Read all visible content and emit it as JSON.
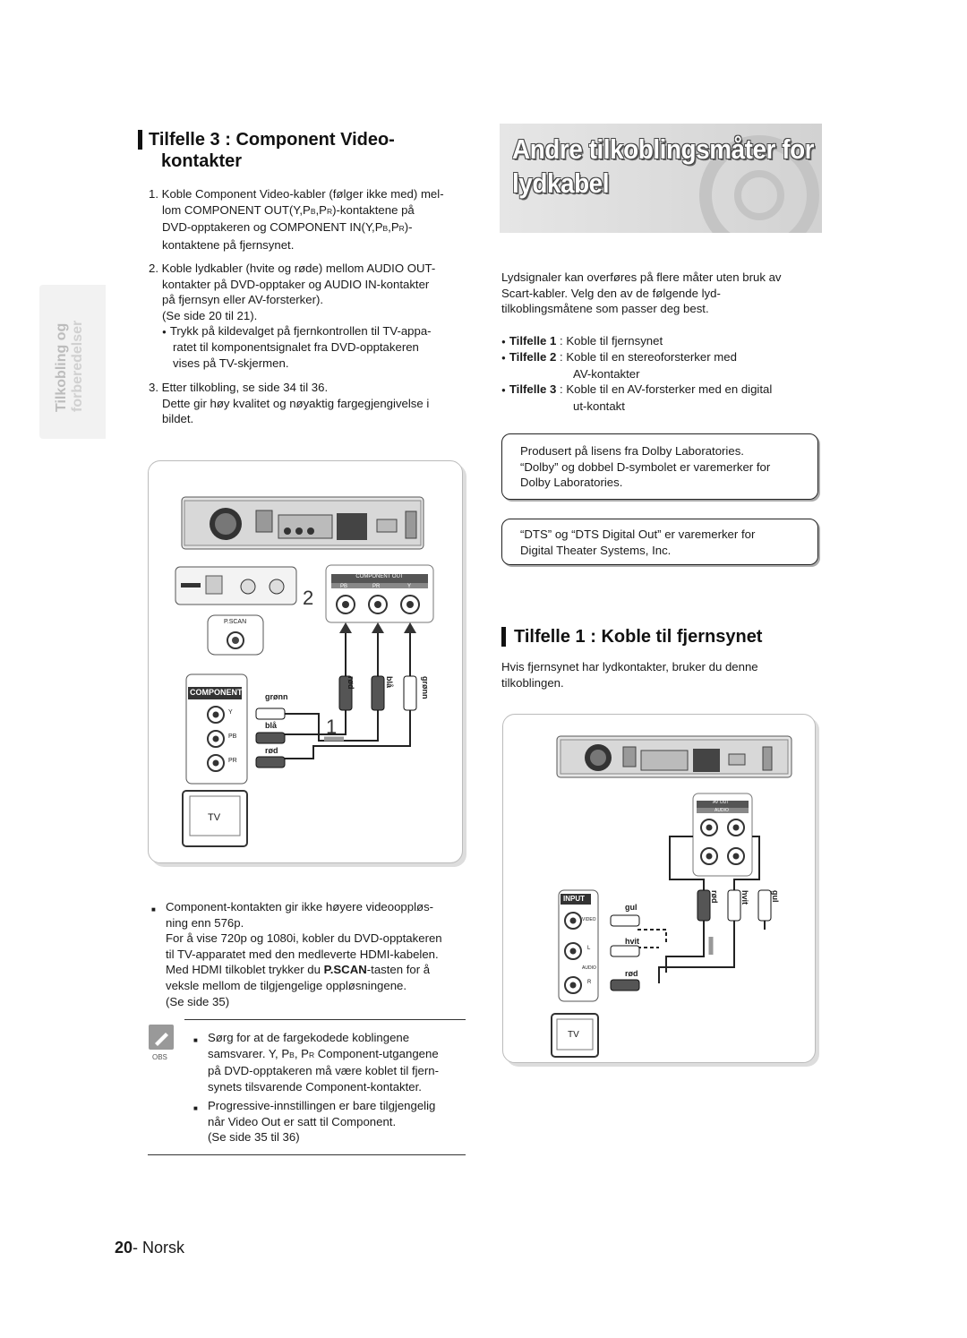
{
  "side_tab": {
    "line1": "Tilkobling og",
    "line2": "forberedelser"
  },
  "left": {
    "heading_line1": "Tilfelle 3 : Component Video-",
    "heading_line2": "kontakter",
    "step1": {
      "lines": [
        "1. Koble Component Video-kabler (følger ikke med) mel-",
        "lom COMPONENT OUT(Y,P",
        "DVD-opptakeren og COMPONENT IN(Y,P",
        "kontaktene på fjernsynet."
      ],
      "sub_b": "B",
      "sub_r": "R",
      "frag_comma_p": ",P",
      "frag_tail1": ")-kontaktene på",
      "frag_tail2": ")-"
    },
    "step2": {
      "lines": [
        "2. Koble lydkabler (hvite og røde) mellom AUDIO OUT-",
        "kontakter på DVD-opptaker og AUDIO IN-kontakter",
        "på fjernsyn eller AV-forsterker).",
        "(Se side 20 til 21)."
      ]
    },
    "step2_bullet": {
      "lines": [
        "Trykk på kildevalget på fjernkontrollen til TV-appa-",
        "ratet til komponentsignalet fra DVD-opptakeren",
        "vises på TV-skjermen."
      ]
    },
    "step3": {
      "lines": [
        "3. Etter tilkobling, se side 34 til 36.",
        "Dette gir høy kvalitet og nøyaktig fargegjengivelse i",
        "bildet."
      ]
    },
    "diagram": {
      "component_out": "COMPONENT OUT",
      "pb": "PB",
      "pr": "PR",
      "y": "Y",
      "pscan": "P.SCAN",
      "component": "COMPONENT",
      "jack_y": "Y",
      "jack_pb": "PB",
      "jack_pr": "PR",
      "num_2": "2",
      "num_1": "1",
      "groenn": "grønn",
      "blaa": "blå",
      "roed": "rød",
      "tv": "TV"
    },
    "note_main": {
      "lines": [
        "Component-kontakten gir ikke høyere videooppløs-",
        "ning enn 576p.",
        "For å vise 720p og 1080i, kobler du DVD-opptakeren",
        "til TV-apparatet med den medleverte HDMI-kabelen.",
        "Med HDMI tilkoblet trykker du ",
        "-tasten for å",
        "veksle mellom de tilgjengelige oppløsningene.",
        "(Se side 35)"
      ],
      "bold": "P.SCAN"
    },
    "obs_label": "OBS",
    "obs_item1": {
      "lines": [
        "Sørg for at de fargekodede koblingene",
        "samsvarer. Y, P",
        "B",
        ", P",
        "R",
        "  Component-utgangene",
        "på DVD-opptakeren må være koblet til fjern-",
        "synets tilsvarende Component-kontakter."
      ]
    },
    "obs_item2": {
      "lines": [
        "Progressive-innstillingen er bare tilgjengelig",
        "når Video Out er satt til Component.",
        "(Se side 35 til 36)"
      ]
    }
  },
  "right": {
    "title_line1": "Andre tilkoblingsmåter for",
    "title_line2": "lydkabel",
    "intro": [
      "Lydsignaler kan overføres på flere måter uten bruk av",
      "Scart-kabler. Velg den av de følgende lyd-",
      "tilkoblingsmåtene som passer deg best."
    ],
    "cases": [
      {
        "bold": "Tilfelle 1",
        "text": " : Koble til fjernsynet",
        "cont": ""
      },
      {
        "bold": "Tilfelle 2",
        "text": " : Koble til en stereoforsterker med",
        "cont": "AV-kontakter"
      },
      {
        "bold": "Tilfelle 3",
        "text": " : Koble til en AV-forsterker med en digital",
        "cont": "ut-kontakt"
      }
    ],
    "dolby_box": [
      "Produsert på lisens fra Dolby Laboratories.",
      "“Dolby” og dobbel D-symbolet er varemerker for",
      "Dolby Laboratories."
    ],
    "dts_box": [
      "“DTS” og “DTS Digital Out” er varemerker for",
      "Digital Theater Systems, Inc."
    ],
    "heading": "Tilfelle 1 : Koble til fjernsynet",
    "heading_text": [
      "Hvis fjernsynet har lydkontakter, bruker du denne",
      "tilkoblingen."
    ],
    "diagram": {
      "av_out": "AV OUT",
      "audio": "AUDIO",
      "input": "INPUT",
      "video": "VIDEO",
      "audio_in": "AUDIO",
      "l": "L",
      "r": "R",
      "gul": "gul",
      "hvit": "hvit",
      "roed": "rød",
      "tv": "TV"
    }
  },
  "footer": {
    "page": "20",
    "lang": "Norsk"
  }
}
